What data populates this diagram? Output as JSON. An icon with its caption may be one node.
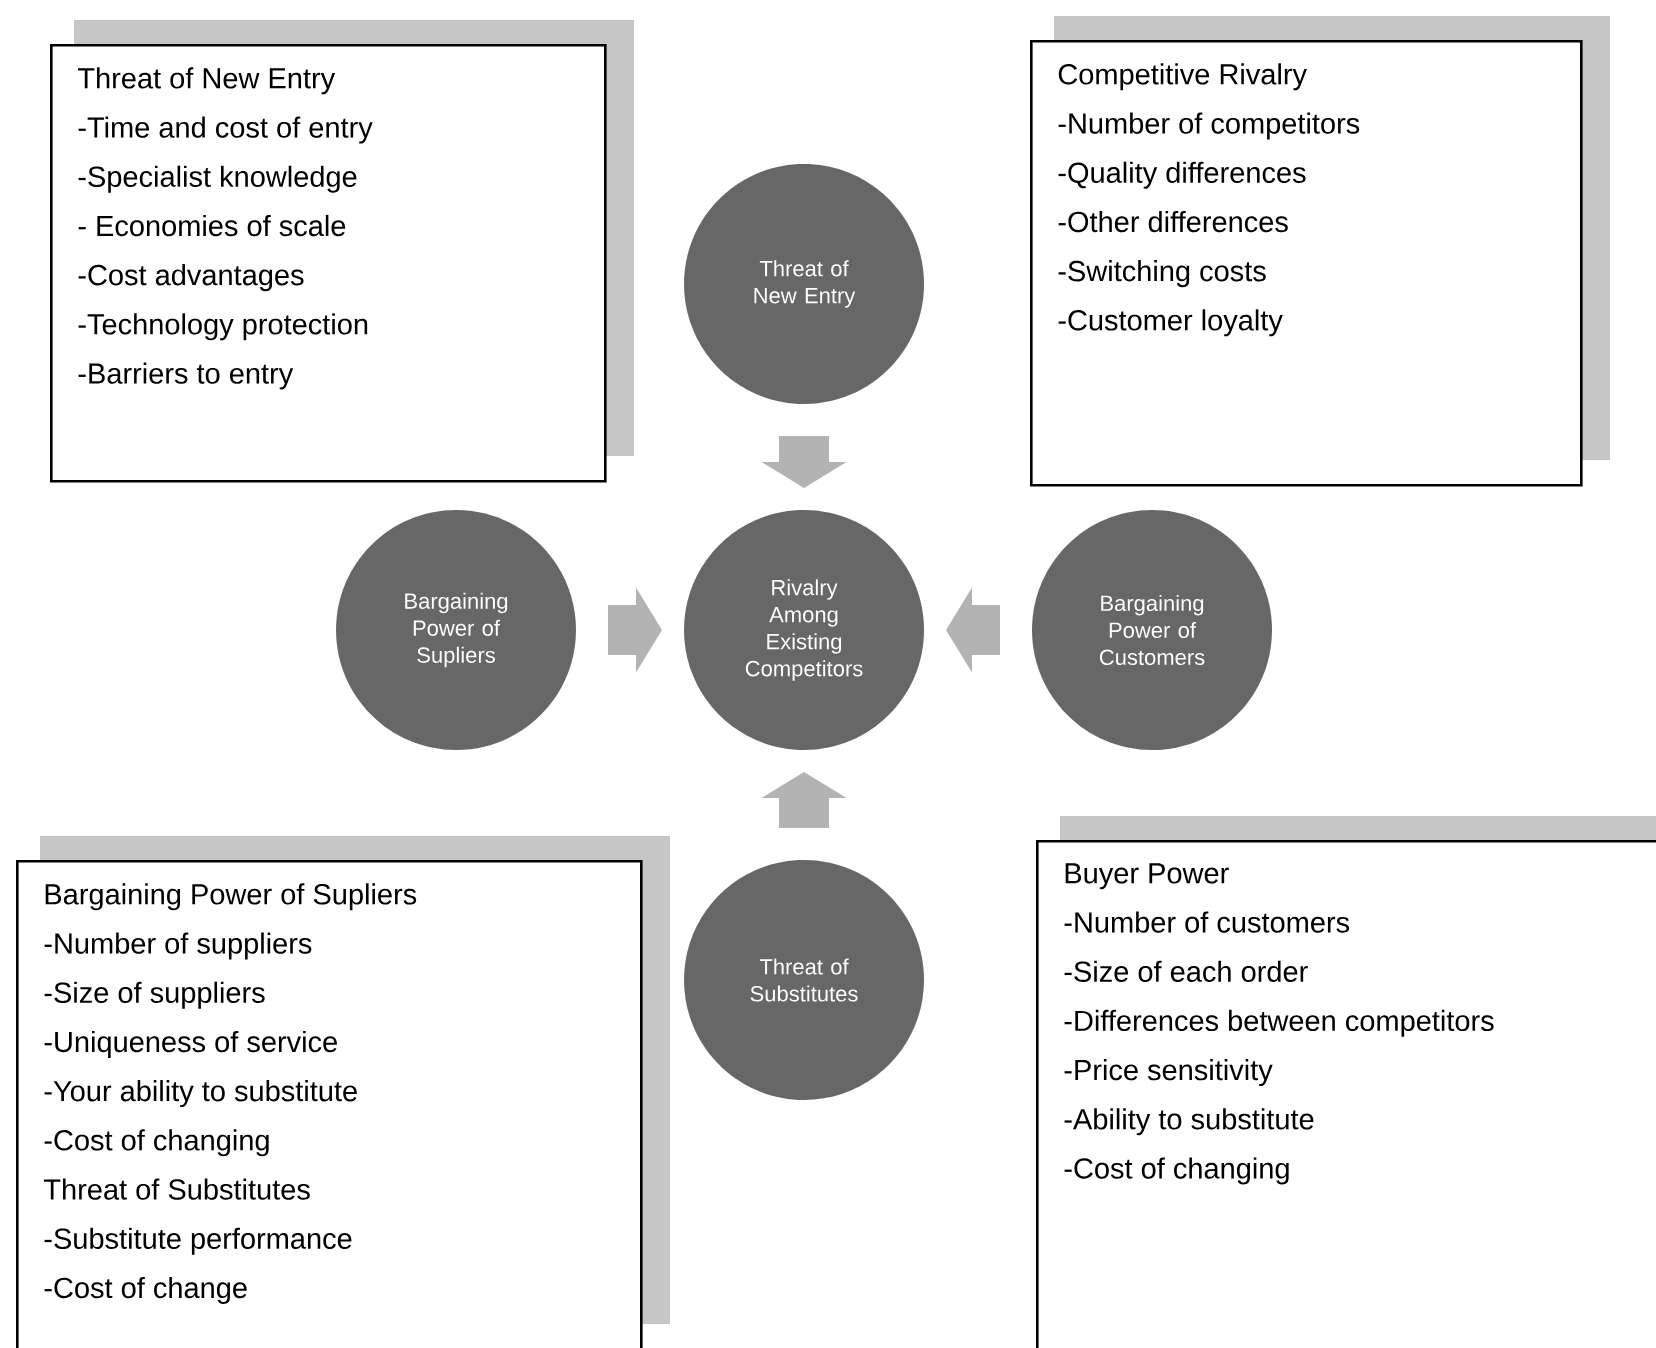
{
  "diagram": {
    "nodes": [
      {
        "text": [
          "Threat of New Entry",
          "-Time and cost of entry",
          "-Specialist knowledge",
          "- Economies of scale",
          "-Cost advantages",
          "-Technology protection",
          "-Barriers to entry"
        ]
      },
      {
        "text": [
          "Threat of New Entry"
        ]
      },
      {
        "text": [
          "Competitive Rivalry",
          "-Number of competitors",
          "-Quality differences",
          "-Other differences",
          "-Switching costs",
          "-Customer loyalty"
        ]
      },
      {
        "text": [
          "Bargaining Power of Supliers"
        ]
      },
      {
        "text": [
          "Rivalry Among Existing Competitors"
        ]
      },
      {
        "text": [
          "Bargaining Power of Customers"
        ]
      },
      {
        "text": [
          "Threat of Substitutes"
        ]
      },
      {
        "text": [
          "Bargaining Power of Supliers",
          "-Number of suppliers",
          "-Size of suppliers",
          "-Uniqueness of service",
          "-Your ability to substitute",
          "-Cost of changing",
          "Threat of Substitutes",
          "-Substitute performance",
          "-Cost of change"
        ]
      },
      {
        "text": [
          "Buyer Power",
          "-Number of customers",
          "-Size of each order",
          "-Differences between competitors",
          "-Price sensitivity",
          "-Ability to substitute",
          "-Cost of changing"
        ]
      }
    ],
    "edges": [
      {
        "from": 1,
        "to": 4,
        "arrow": "to"
      },
      {
        "from": 3,
        "to": 4,
        "arrow": "to"
      },
      {
        "from": 5,
        "to": 4,
        "arrow": "to"
      },
      {
        "from": 6,
        "to": 4,
        "arrow": "to"
      }
    ]
  }
}
